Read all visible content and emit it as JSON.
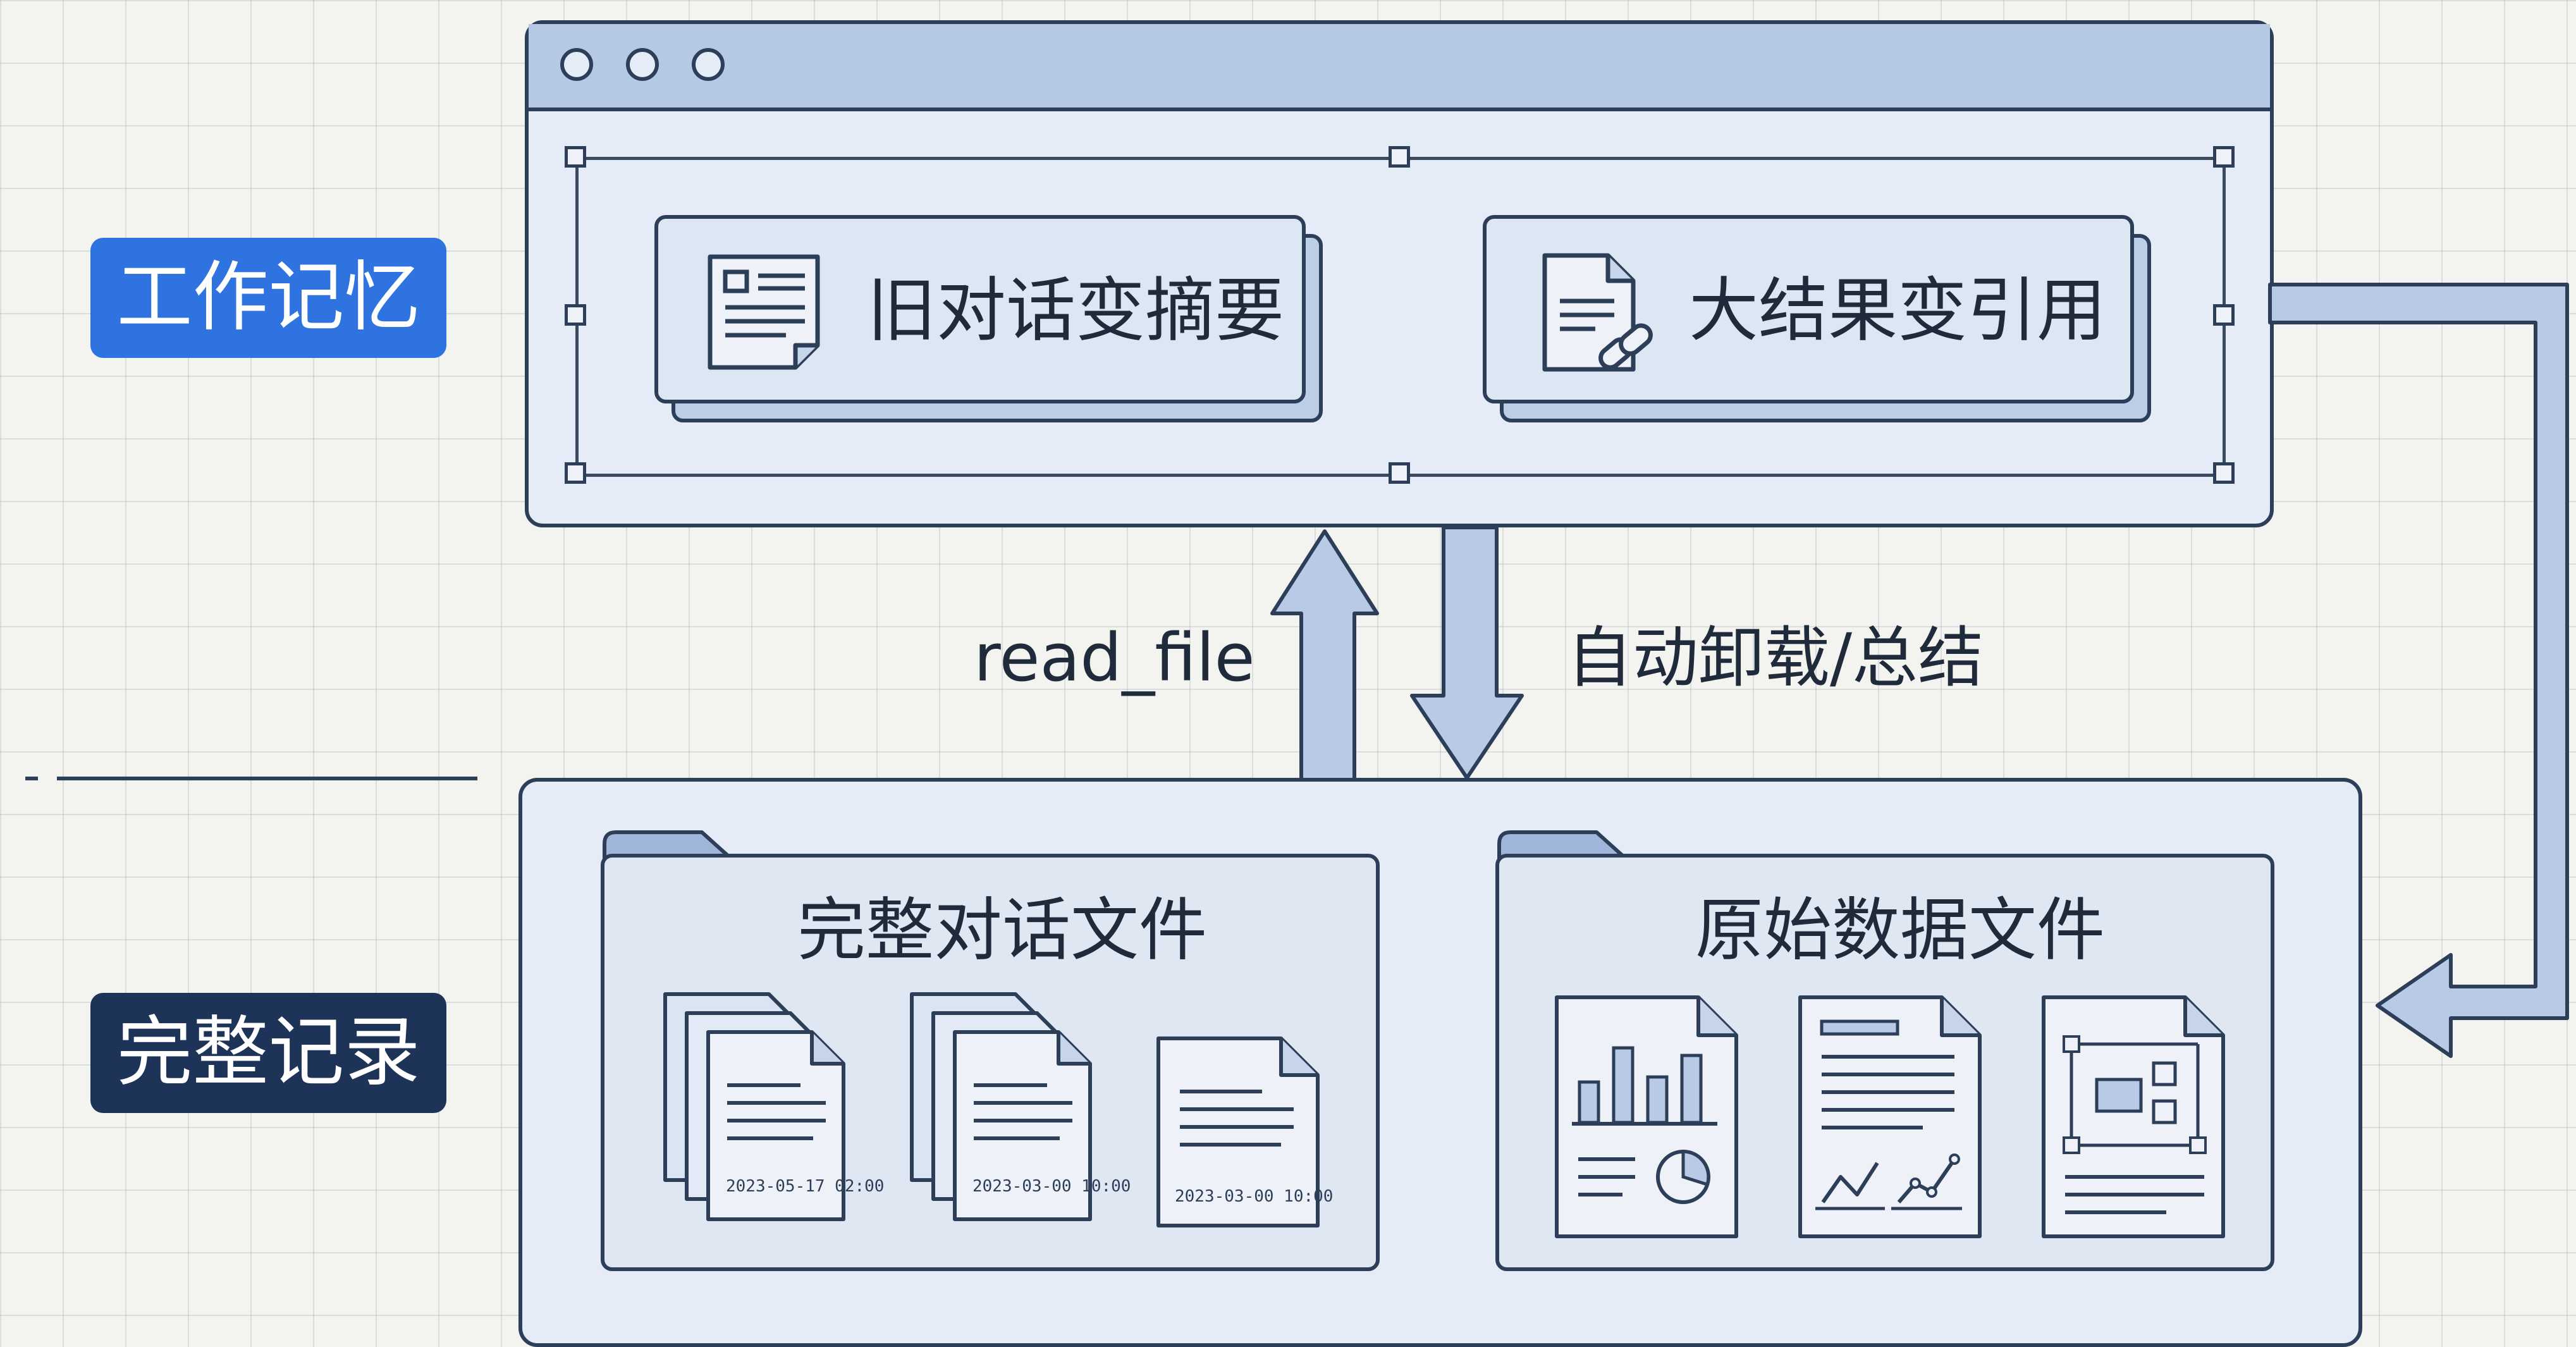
{
  "labels": {
    "working_memory": "工作记忆",
    "full_record": "完整记录"
  },
  "working_memory_cards": [
    {
      "text": "旧对话变摘要",
      "icon": "summary-document-icon"
    },
    {
      "text": "大结果变引用",
      "icon": "linked-document-icon"
    }
  ],
  "arrows": {
    "up_label": "read_file",
    "down_label": "自动卸载/总结"
  },
  "folders": [
    {
      "title": "完整对话文件",
      "files": [
        "2023-05-17 02:00",
        "2023-03-00 10:00",
        "2023-03-00 10:00"
      ]
    },
    {
      "title": "原始数据文件",
      "files": [
        "chart-document-icon",
        "report-document-icon",
        "diagram-document-icon"
      ]
    }
  ],
  "colors": {
    "accent_blue": "#2f73e0",
    "navy": "#1d3358",
    "window_fill": "#e5ecf7",
    "titlebar": "#b6c9e4",
    "outline": "#2d3e58"
  }
}
